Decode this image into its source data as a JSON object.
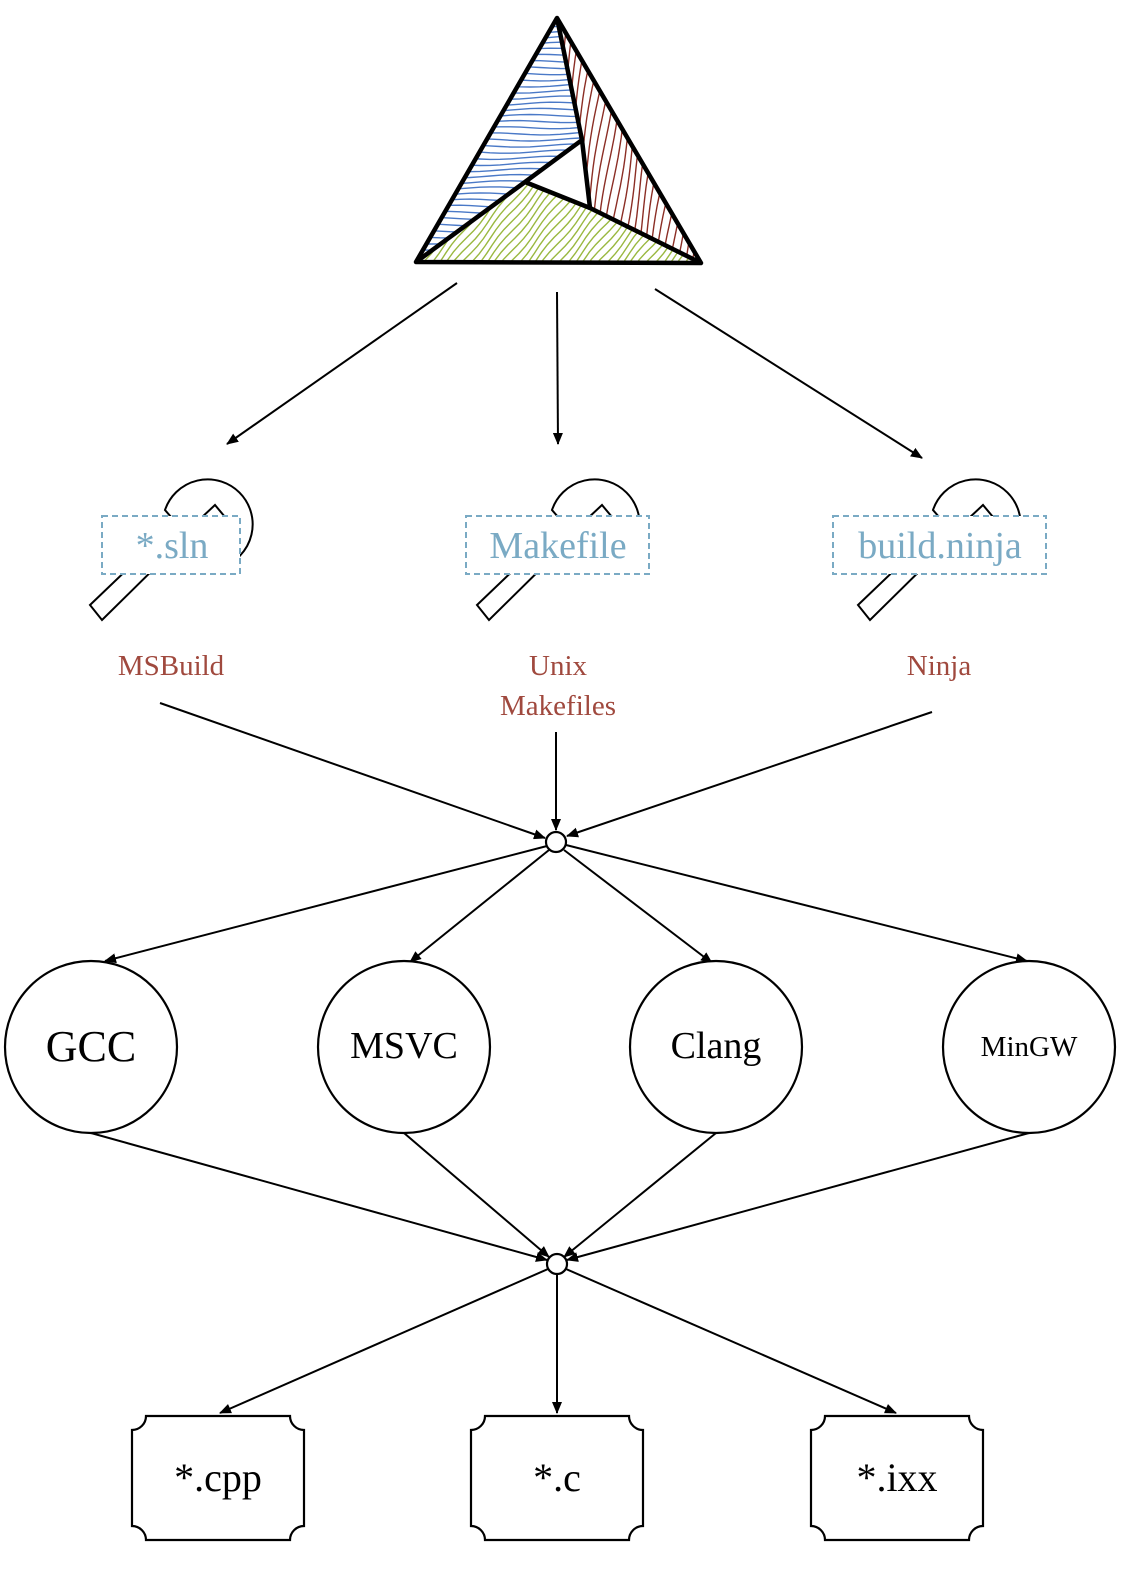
{
  "logo": {
    "name": "cmake-triangle-logo",
    "colors": {
      "blue": "#4a79c7",
      "red": "#8b2e25",
      "green": "#9ab840"
    }
  },
  "generators": [
    {
      "file": "*.sln",
      "tool": "MSBuild",
      "tool_lines": [
        "MSBuild"
      ]
    },
    {
      "file": "Makefile",
      "tool": "Unix Makefiles",
      "tool_lines": [
        "Unix",
        "Makefiles"
      ]
    },
    {
      "file": "build.ninja",
      "tool": "Ninja",
      "tool_lines": [
        "Ninja"
      ]
    }
  ],
  "compilers": [
    "GCC",
    "MSVC",
    "Clang",
    "MinGW"
  ],
  "outputs": [
    "*.cpp",
    "*.c",
    "*.ixx"
  ],
  "colors": {
    "file_label": "#7aaac4",
    "tool_label": "#a0493e",
    "dashed_box": "#7aaac4"
  }
}
